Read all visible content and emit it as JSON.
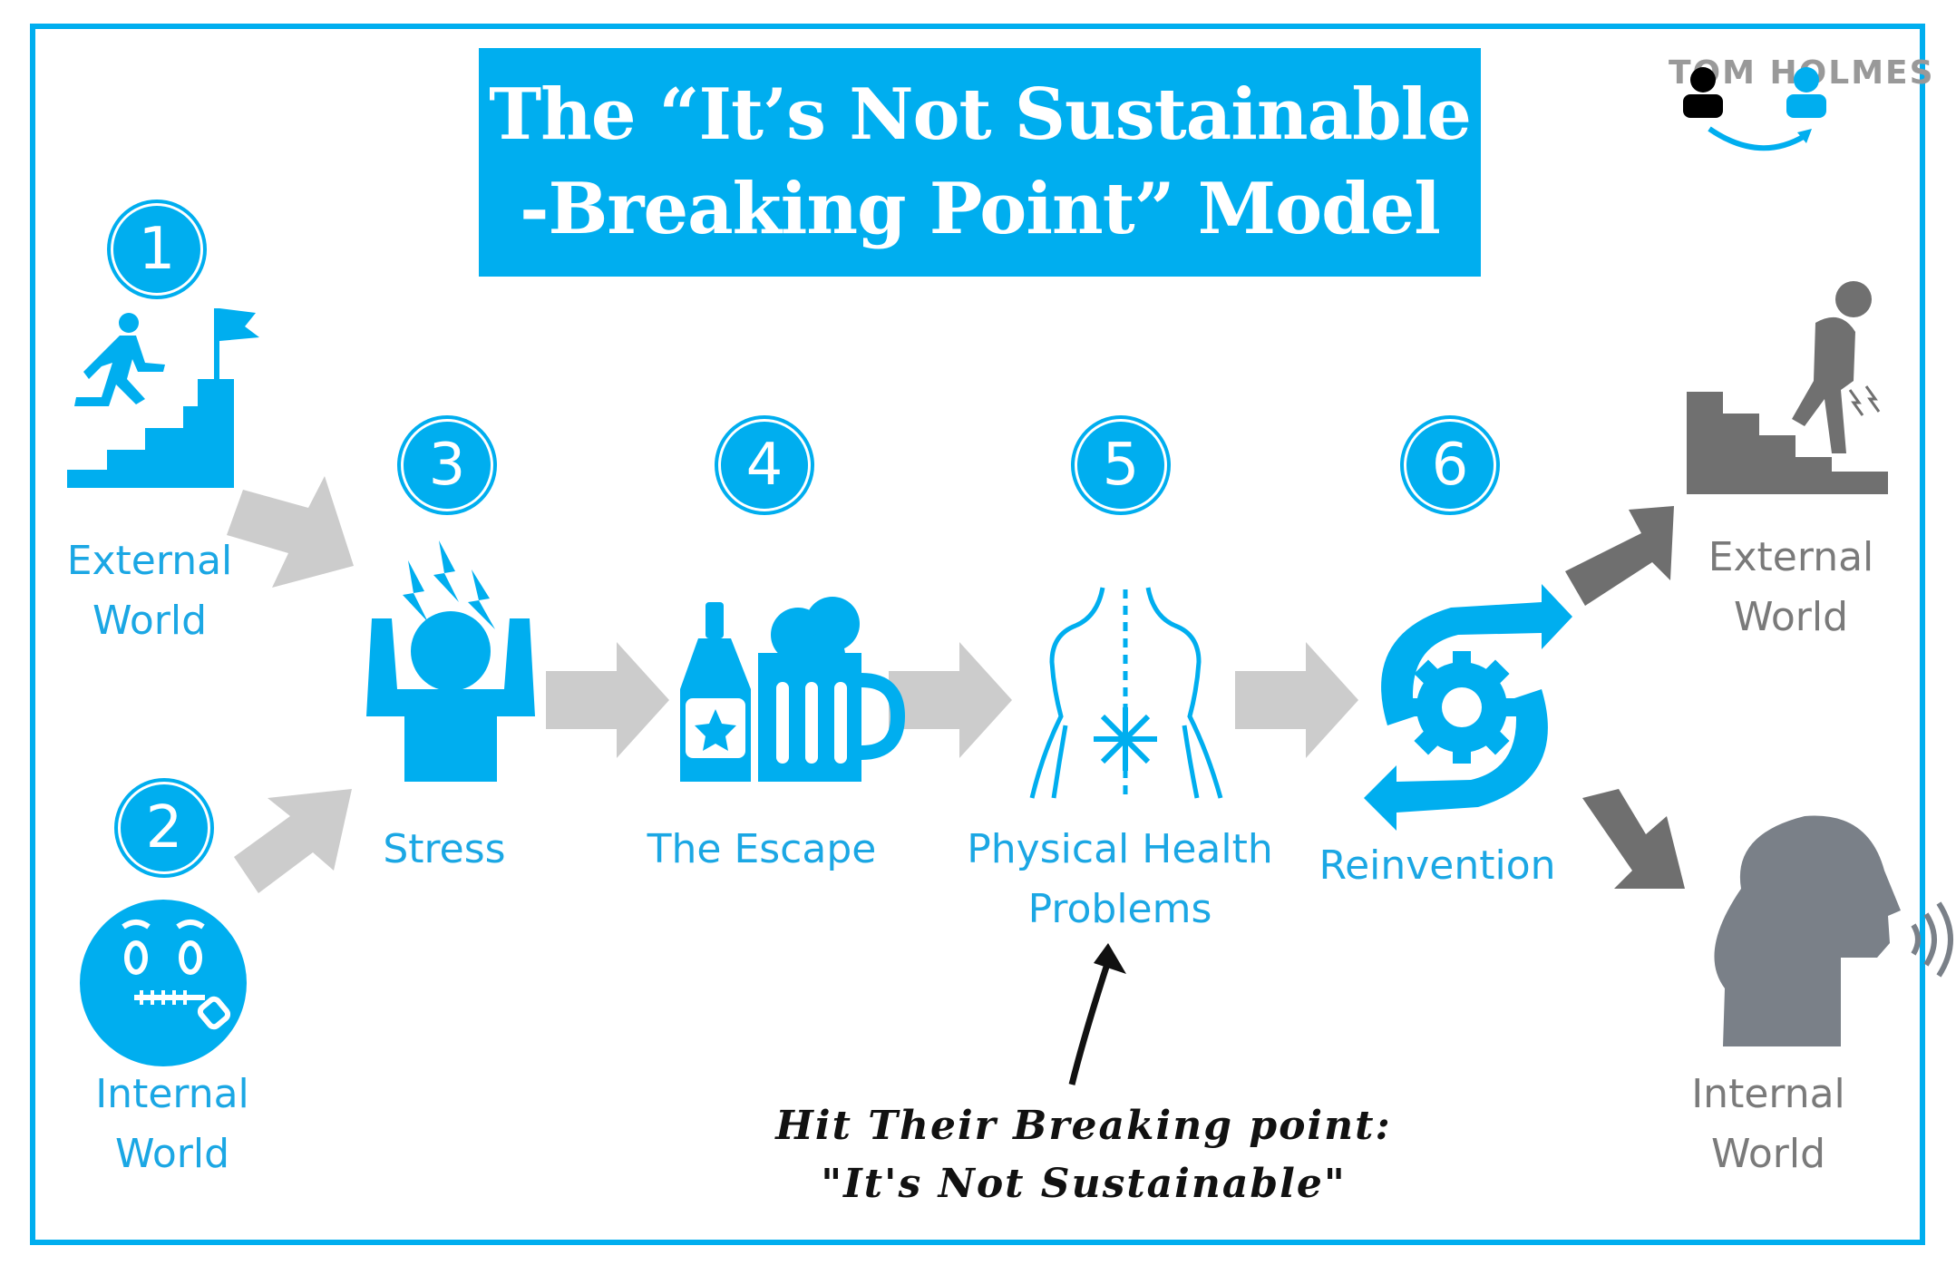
{
  "title": {
    "line1": "The “It’s Not Sustainable",
    "line2": "-Breaking Point” Model"
  },
  "logo": {
    "text": "TOM HOLMES"
  },
  "steps": {
    "s1": {
      "number": "1",
      "line1": "External",
      "line2": "World"
    },
    "s2": {
      "number": "2",
      "line1": "Internal",
      "line2": "World"
    },
    "s3": {
      "number": "3",
      "label": "Stress"
    },
    "s4": {
      "number": "4",
      "label": "The Escape"
    },
    "s5": {
      "number": "5",
      "line1": "Physical Health",
      "line2": "Problems"
    },
    "s6": {
      "number": "6",
      "label": "Reinvention"
    }
  },
  "outcomes": {
    "external": {
      "line1": "External",
      "line2": "World"
    },
    "internal": {
      "line1": "Internal",
      "line2": "World"
    }
  },
  "annotation": {
    "line1": "Hit Their Breaking point:",
    "line2": "\"It's Not Sustainable\""
  },
  "colors": {
    "accent": "#00aeef",
    "arrow_light": "#cccccc",
    "arrow_dark": "#6f6f6f",
    "figure_grey": "#7a8088"
  },
  "icons": [
    "stairs-goal-icon",
    "zipped-mouth-face-icon",
    "stressed-person-icon",
    "bottle-and-beer-icon",
    "back-pain-icon",
    "gear-cycle-icon",
    "descending-stairs-icon",
    "speaking-head-icon",
    "logo-people-icon"
  ]
}
